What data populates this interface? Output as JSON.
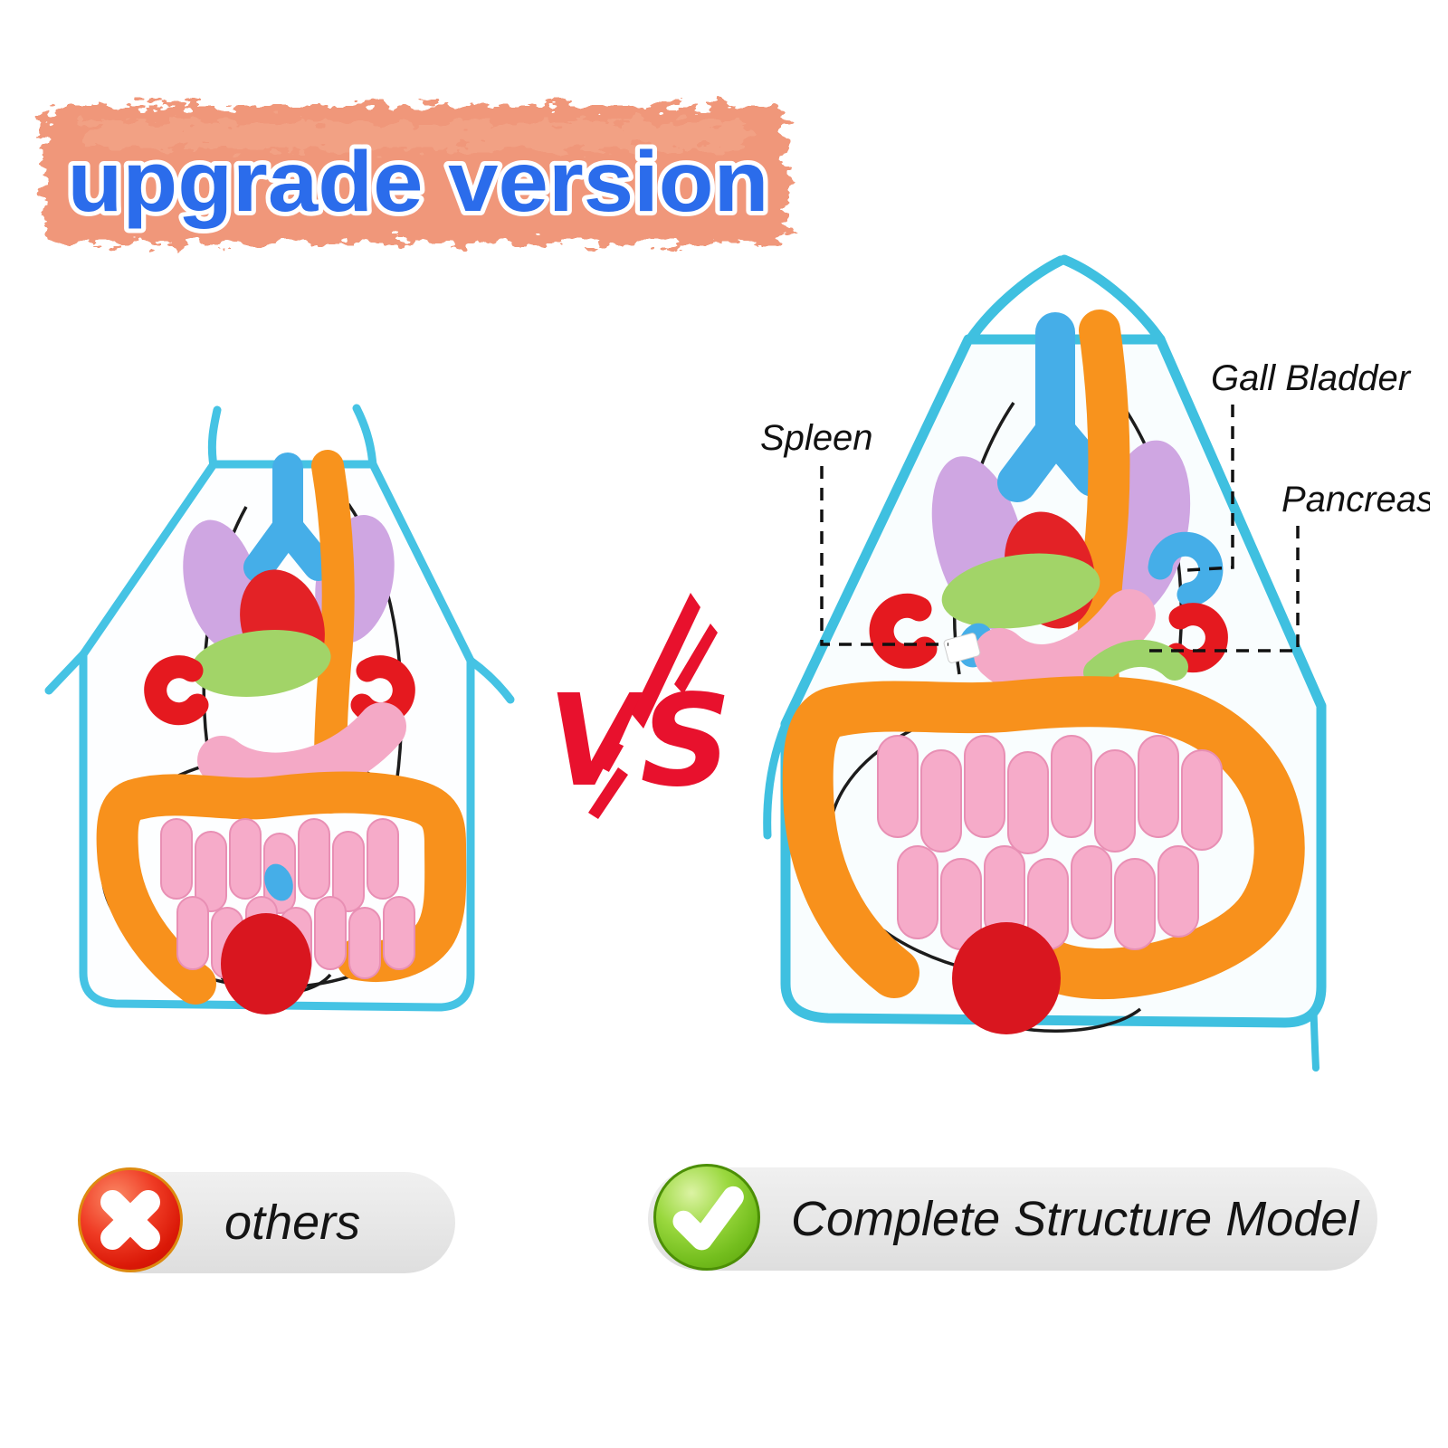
{
  "banner": {
    "text": "upgrade version",
    "bg_color": "#f0977a",
    "text_color": "#2b6ceb",
    "outline_color": "#ffffff"
  },
  "vs_badge": {
    "text": "VS",
    "color": "#e8112d"
  },
  "aprons": {
    "left": {
      "trim_color": "#45c3e4",
      "organ_colors": {
        "trachea": "#45aee8",
        "esophagus": "#f8931d",
        "lungs": "#cfa6e2",
        "heart": "#e32226",
        "liver": "#a2d468",
        "stomach": "#f4a9c6",
        "kidney": "#e5191f",
        "large_intestine": "#f8911c",
        "small_intestine": "#f6abc9",
        "bladder": "#d9161f",
        "gall_bladder": "#45aee8",
        "outline": "#1c1c1c"
      }
    },
    "right": {
      "trim_color": "#3fc0e0",
      "labels": [
        {
          "text": "Spleen"
        },
        {
          "text": "Gall Bladder"
        },
        {
          "text": "Pancreas"
        }
      ],
      "organ_colors": {
        "trachea": "#45aee8",
        "esophagus": "#f8931d",
        "lungs": "#cfa6e2",
        "heart": "#e32226",
        "liver": "#a2d468",
        "stomach": "#f4a9c6",
        "spleen": "#e5191f",
        "kidney": "#e5191f",
        "pancreas": "#9ed36a",
        "gall_bladder": "#45aee8",
        "large_intestine": "#f8911c",
        "small_intestine": "#f6abc9",
        "bladder": "#d9161f",
        "outline": "#1c1c1c"
      }
    }
  },
  "comparison": {
    "negative": {
      "label": "others",
      "icon": "x-cross-icon",
      "circle_color": "#e43522"
    },
    "positive": {
      "label": "Complete Structure Model",
      "icon": "check-icon",
      "circle_color": "#7cc820"
    }
  }
}
